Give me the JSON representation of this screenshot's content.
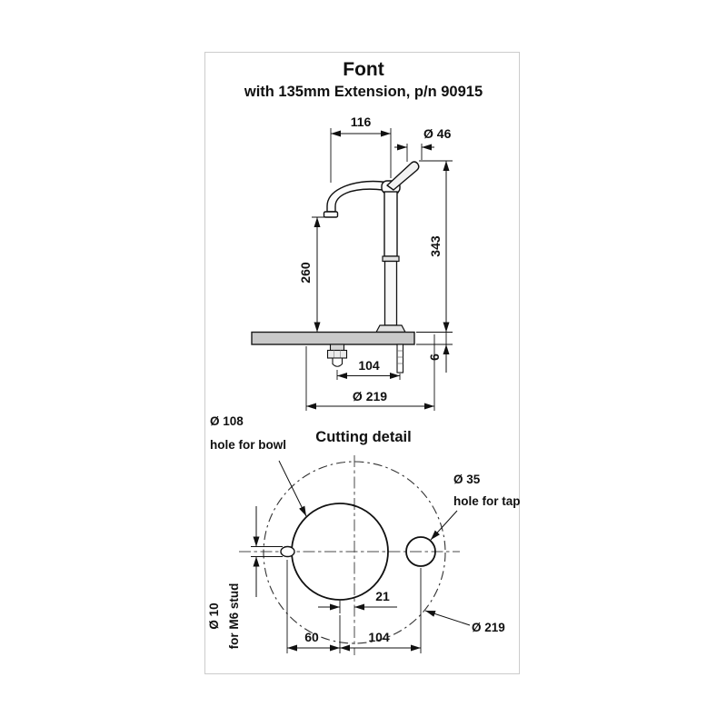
{
  "page": {
    "title": "Font",
    "subtitle": "with 135mm Extension, p/n 90915"
  },
  "side_view": {
    "dim_spout_reach": "116",
    "dim_body_dia": "Ø 46",
    "dim_total_height": "343",
    "dim_spout_height": "260",
    "dim_drain_spacing": "104",
    "dim_bowl_dia": "Ø 219",
    "dim_counter_thickness": "6"
  },
  "cutting_detail": {
    "title": "Cutting detail",
    "bowl_hole_dia": "Ø 108",
    "bowl_hole_label": "hole for bowl",
    "tap_hole_dia": "Ø 35",
    "tap_hole_label": "hole for tap",
    "stud_dia": "Ø 10",
    "stud_label": "for M6 stud",
    "outer_dia": "Ø 219",
    "dim_center_offset": "21",
    "dim_stud_to_bowl": "60",
    "dim_bowl_to_tap": "104"
  }
}
